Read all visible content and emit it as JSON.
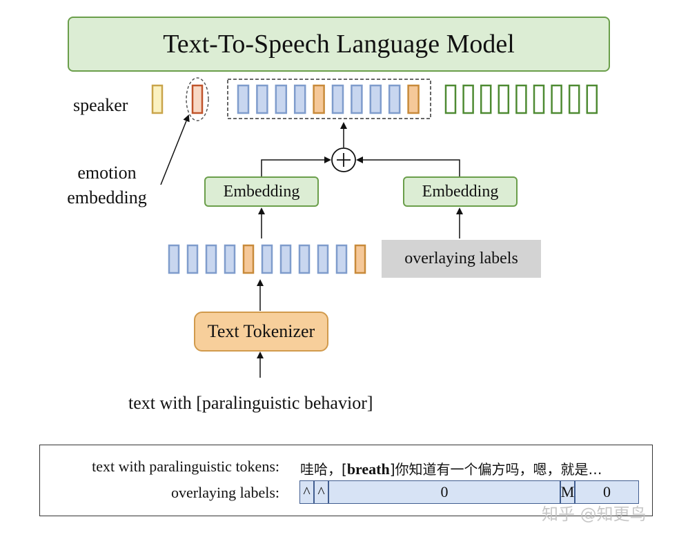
{
  "title": "Text-To-Speech Language Model",
  "speaker_label": "speaker",
  "emotion_label_line1": "emotion",
  "emotion_label_line2": "embedding",
  "embedding_left_label": "Embedding",
  "embedding_right_label": "Embedding",
  "overlaying_labels_box": "overlaying labels",
  "tokenizer_label": "Text Tokenizer",
  "input_text": "text with [paralinguistic behavior]",
  "plus_symbol": "+",
  "colors": {
    "blue_token": "#c8d6ef",
    "blue_border": "#7f9ccc",
    "orange_token": "#f5c899",
    "orange_border": "#c88a3a",
    "yellow_token": "#fbf1c0",
    "yellow_border": "#c9a44a",
    "red_token": "#f8d8c4",
    "red_border": "#c0532a",
    "green_token_border": "#4e8a32",
    "green_fill": "#dcedd4",
    "green_border": "#6a9e4a",
    "tokenizer_fill": "#f7cf9b",
    "gray_fill": "#d3d3d3",
    "overlay_cell": "#d7e3f5"
  },
  "top_sequence": [
    "blue",
    "blue",
    "blue",
    "blue",
    "orange",
    "blue",
    "blue",
    "blue",
    "blue",
    "orange"
  ],
  "green_sequence_count": 9,
  "token_sequence": [
    "blue",
    "blue",
    "blue",
    "blue",
    "orange",
    "blue",
    "blue",
    "blue",
    "blue",
    "blue",
    "orange"
  ],
  "table": {
    "row1_label": "text with paralinguistic tokens:",
    "row1_pre": "哇哈，[",
    "row1_bold": "breath",
    "row1_post": "]你知道有一个偏方吗，嗯，就是…",
    "row2_label": "overlaying labels:",
    "cells": [
      "^",
      "^",
      "0",
      "M",
      "0"
    ]
  },
  "watermark": "知乎 @知更鸟"
}
